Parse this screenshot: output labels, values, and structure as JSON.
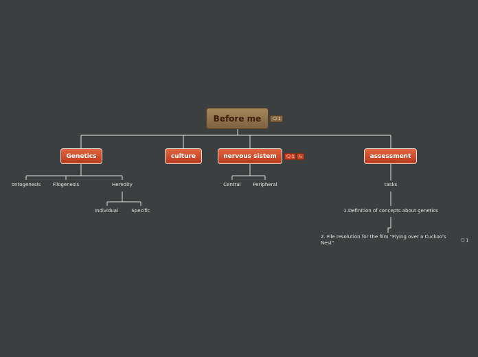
{
  "root": {
    "label": "Before me",
    "comment_count": "1"
  },
  "branches": {
    "genetics": {
      "label": "Genetics",
      "children": {
        "ontogenesis": "ontogenesis",
        "filogenesis": "Filogenesis",
        "heredity": "Heredity",
        "individual": "Individual",
        "specific": "Specific"
      }
    },
    "culture": {
      "label": "culture"
    },
    "nervous": {
      "label": "nervous sistem",
      "comment_count": "1",
      "children": {
        "central": "Central",
        "peripheral": "Peripheral"
      }
    },
    "assessment": {
      "label": "assessment",
      "children": {
        "tasks": "tasks",
        "definition": "1.Definition of concepts about genetics",
        "resolution": "2. File resolution for the film \"Flying over a Cuckoo's Nest\"",
        "resolution_comment_count": "1"
      }
    }
  },
  "colors": {
    "background": "#3b3f3f",
    "root_fill": "#937550",
    "branch_fill": "#d24e2d",
    "connector": "#e8e8e8"
  },
  "icons": [
    "comment-icon",
    "link-icon"
  ]
}
